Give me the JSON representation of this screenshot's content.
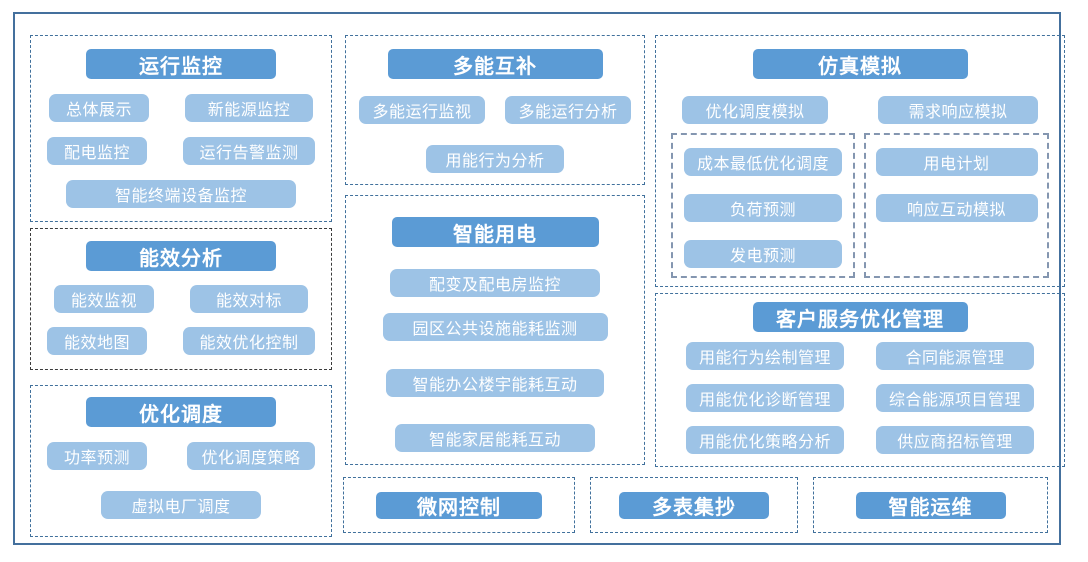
{
  "colors": {
    "header_bg": "#5b9bd5",
    "item_bg": "#9dc3e6",
    "dashed_blue": "#41719c",
    "dashed_dark": "#3b3b3b",
    "dashed_slate": "#8496b0",
    "outer_frame": "#44709d"
  },
  "sections": {
    "operation_monitoring": {
      "title": "运行监控",
      "items": [
        "总体展示",
        "新能源监控",
        "配电监控",
        "运行告警监测",
        "智能终端设备监控"
      ]
    },
    "energy_efficiency_analysis": {
      "title": "能效分析",
      "items": [
        "能效监视",
        "能效对标",
        "能效地图",
        "能效优化控制"
      ]
    },
    "optimal_dispatch": {
      "title": "优化调度",
      "items": [
        "功率预测",
        "优化调度策略",
        "虚拟电厂调度"
      ]
    },
    "multi_energy_complementary": {
      "title": "多能互补",
      "items": [
        "多能运行监视",
        "多能运行分析",
        "用能行为分析"
      ]
    },
    "smart_power_usage": {
      "title": "智能用电",
      "items": [
        "配变及配电房监控",
        "园区公共设施能耗监测",
        "智能办公楼宇能耗互动",
        "智能家居能耗互动"
      ]
    },
    "simulation": {
      "title": "仿真模拟",
      "items": [
        "优化调度模拟",
        "需求响应模拟"
      ],
      "left_group": [
        "成本最低优化调度",
        "负荷预测",
        "发电预测"
      ],
      "right_group": [
        "用电计划",
        "响应互动模拟"
      ]
    },
    "customer_service_optimization": {
      "title": "客户服务优化管理",
      "items": [
        "用能行为绘制管理",
        "合同能源管理",
        "用能优化诊断管理",
        "综合能源项目管理",
        "用能优化策略分析",
        "供应商招标管理"
      ]
    },
    "microgrid_control": {
      "title": "微网控制"
    },
    "multi_meter_reading": {
      "title": "多表集抄"
    },
    "smart_operation_maintenance": {
      "title": "智能运维"
    }
  }
}
